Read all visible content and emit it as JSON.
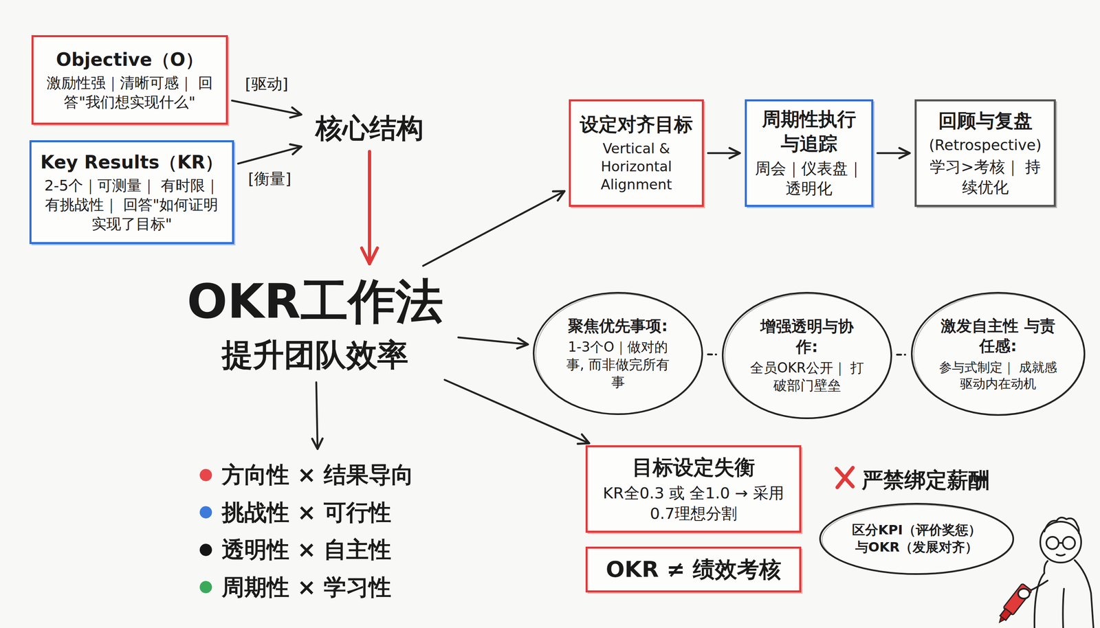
{
  "diagram": {
    "nodes": [
      {
        "text": [
          "Objective（O）",
          "激励性强｜清晰可感｜ 回答\"我们想实现什么\""
        ]
      },
      {
        "text": [
          "Key Results（KR）",
          "2-5个｜可测量｜ 有时限｜有挑战性｜ 回答\"如何证明实现了目标\""
        ]
      },
      {
        "text": [
          "核心结构"
        ]
      },
      {
        "text": [
          "OKR工作法",
          "提升团队效率"
        ]
      },
      {
        "text": [
          "设定对齐目标",
          "Vertical & Horizontal Alignment"
        ]
      },
      {
        "text": [
          "周期性执行 与追踪",
          "周会｜仪表盘｜ 透明化"
        ]
      },
      {
        "text": [
          "回顾与复盘",
          "(Retrospective)",
          "学习>考核｜ 持续优化"
        ]
      },
      {
        "text": [
          "聚焦优先事项:",
          "1-3个O｜做对的事, 而非做完所有事"
        ]
      },
      {
        "text": [
          "增强透明与协作:",
          "全员OKR公开｜ 打破部门壁垒"
        ]
      },
      {
        "text": [
          "激发自主性 与责任感:",
          "参与式制定｜ 成就感驱动内在动机"
        ]
      },
      {
        "text": [
          "方向性 × 结果导向",
          "挑战性 × 可行性",
          "透明性 × 自主性",
          "周期性 × 学习性"
        ]
      },
      {
        "text": [
          "目标设定失衡",
          "KR全0.3 或 全1.0 → 采用0.7理想分割"
        ]
      },
      {
        "text": [
          "OKR ≠ 绩效考核"
        ]
      },
      {
        "text": [
          "区分KPI（评价奖惩） 与OKR（发展对齐）"
        ]
      }
    ],
    "edges": [
      {
        "from": 0,
        "to": 2,
        "label": "[驱动]",
        "arrow": "to"
      },
      {
        "from": 1,
        "to": 2,
        "label": "[衡量]",
        "arrow": "to"
      },
      {
        "from": 2,
        "to": 3,
        "arrow": "to"
      },
      {
        "from": 3,
        "to": 4,
        "arrow": "to"
      },
      {
        "from": 4,
        "to": 5,
        "arrow": "to"
      },
      {
        "from": 5,
        "to": 6,
        "arrow": "to"
      },
      {
        "from": 3,
        "to": 7,
        "arrow": "to"
      },
      {
        "from": 7,
        "to": 8,
        "arrow": "none"
      },
      {
        "from": 8,
        "to": 9,
        "arrow": "none"
      },
      {
        "from": 3,
        "to": 10,
        "arrow": "to"
      },
      {
        "from": 3,
        "to": 11,
        "arrow": "to"
      }
    ],
    "labels": [
      "严禁绑定薪酬"
    ]
  }
}
